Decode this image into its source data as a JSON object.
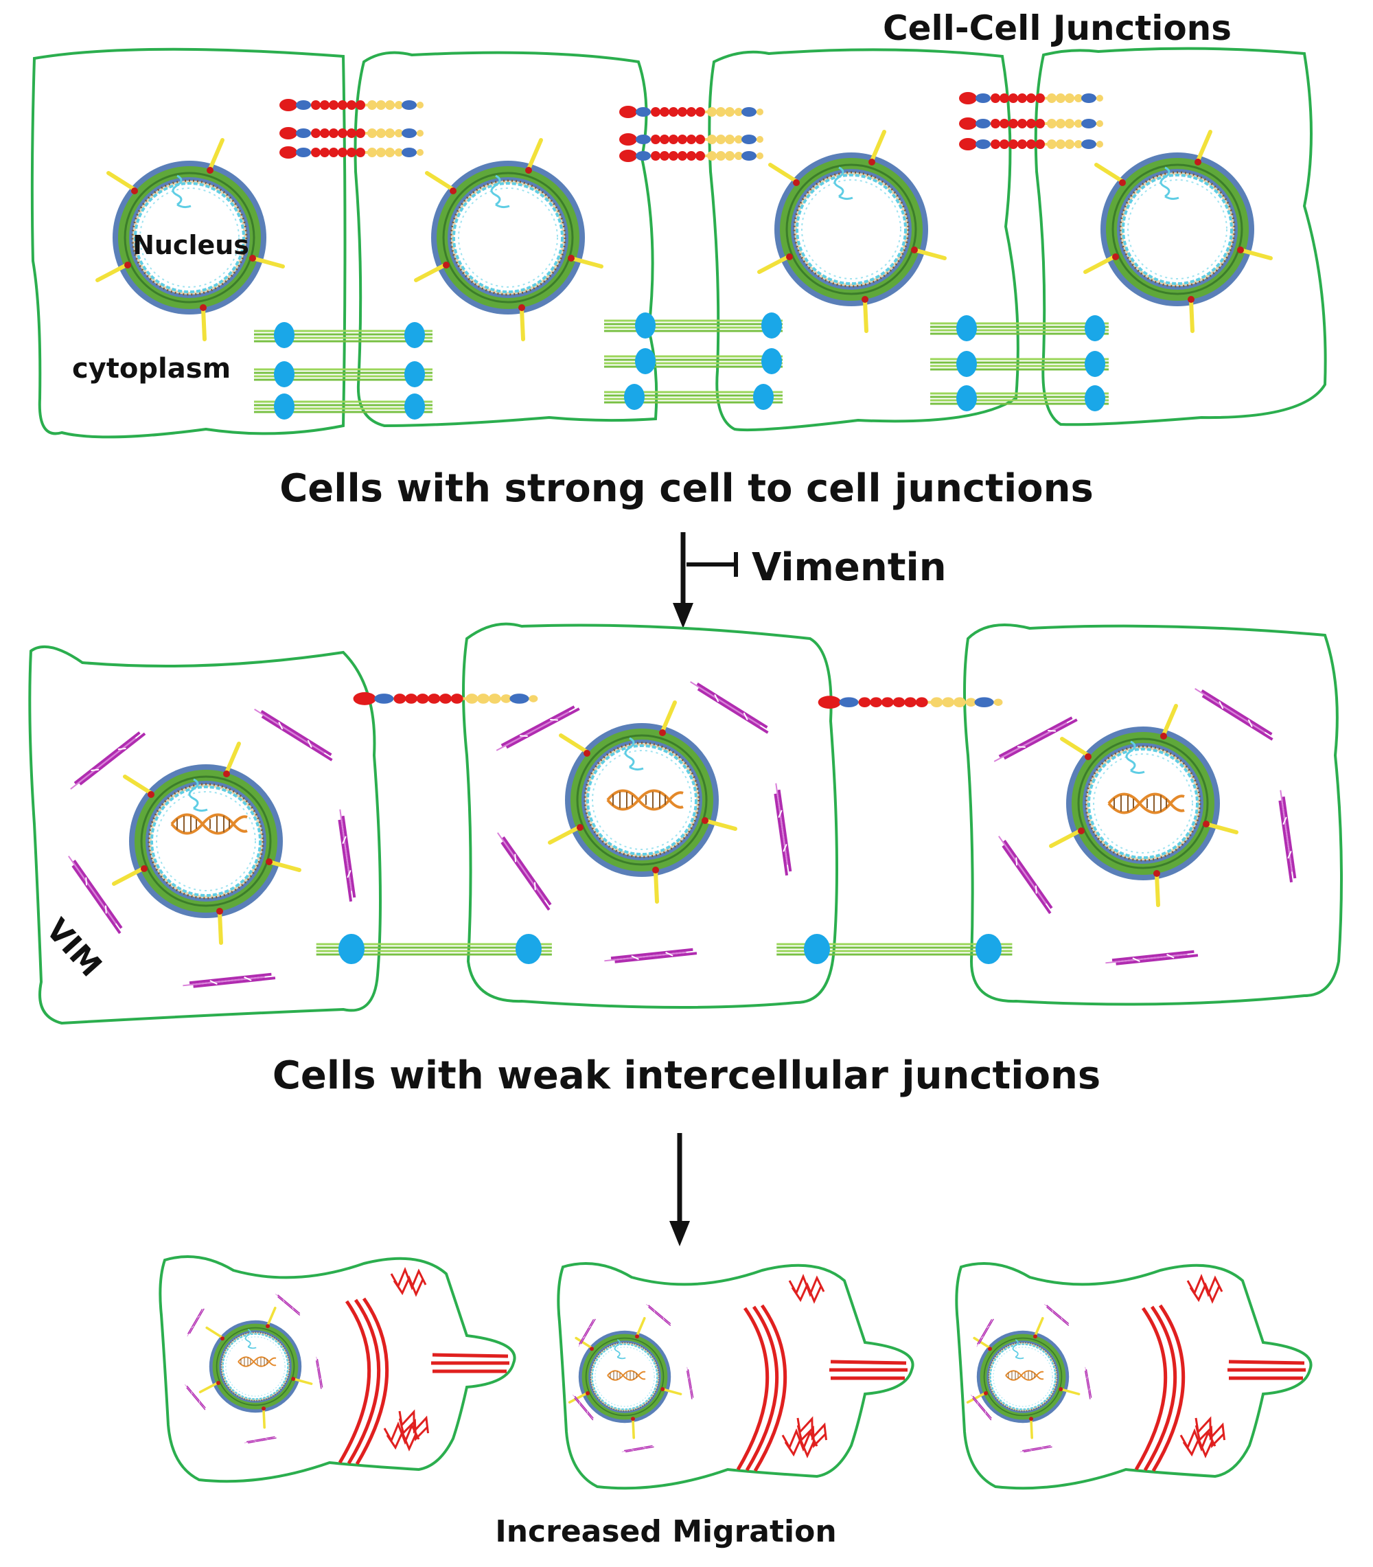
{
  "labels": {
    "cell_cell_junctions": "Cell-Cell Junctions",
    "nucleus": "Nucleus",
    "cytoplasm": "cytoplasm",
    "strong_title": "Cells with strong cell to cell junctions",
    "vimentin": "Vimentin",
    "vim": "VIM",
    "weak_title": "Cells with weak intercellular junctions",
    "migration": "Increased Migration"
  },
  "colors": {
    "membrane": "#2BAE4E",
    "nuclear_envelope_outer": "#5A7FB8",
    "nuclear_envelope_inner": "#5FA83A",
    "chromatin": "#5FCDE4",
    "pore": "#F2E13A",
    "cadherin_red": "#E21B1B",
    "cadherin_blue": "#3E6FC0",
    "cadherin_yellow": "#F6D56A",
    "desmosome_blue": "#1AA7E8",
    "filament_green": "#9BD65A",
    "vimentin": "#B02CB0",
    "actin": "#E0201F"
  }
}
